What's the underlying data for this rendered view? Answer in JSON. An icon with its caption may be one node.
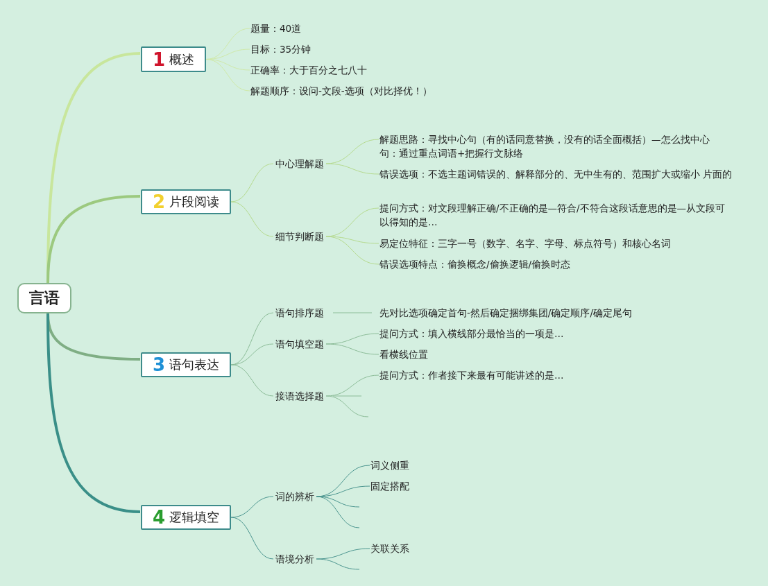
{
  "diagram": {
    "nodes": [
      {
        "text": [
          "言语"
        ]
      },
      {
        "text": [
          "1",
          "概述"
        ]
      },
      {
        "text": [
          "题量：40道"
        ]
      },
      {
        "text": [
          "目标：35分钟"
        ]
      },
      {
        "text": [
          "正确率：大于百分之七八十"
        ]
      },
      {
        "text": [
          "解题顺序：设问-文段-选项（对比择优！）"
        ]
      },
      {
        "text": [
          "2",
          "片段阅读"
        ]
      },
      {
        "text": [
          "中心理解题"
        ]
      },
      {
        "text": [
          "解题思路：寻找中心句（有的话同意替换，没有的话全面概括）—怎么找中心句：通过重点词语+把握行文脉络"
        ]
      },
      {
        "text": [
          "错误选项：不选主题词错误的、解释部分的、无中生有的、范围扩大或缩小 片面的"
        ]
      },
      {
        "text": [
          "细节判断题"
        ]
      },
      {
        "text": [
          "提问方式：对文段理解正确/不正确的是—符合/不符合这段话意思的是—从文段可以得知的是…"
        ]
      },
      {
        "text": [
          "易定位特征：三字一号（数字、名字、字母、标点符号）和核心名词"
        ]
      },
      {
        "text": [
          "错误选项特点：偷换概念/偷换逻辑/偷换时态"
        ]
      },
      {
        "text": [
          "3",
          "语句表达"
        ]
      },
      {
        "text": [
          "语句排序题"
        ]
      },
      {
        "text": [
          "先对比选项确定首句-然后确定捆绑集团/确定顺序/确定尾句"
        ]
      },
      {
        "text": [
          "语句填空题"
        ]
      },
      {
        "text": [
          "提问方式：填入横线部分最恰当的一项是…"
        ]
      },
      {
        "text": [
          "看横线位置"
        ]
      },
      {
        "text": [
          "接语选择题"
        ]
      },
      {
        "text": [
          "提问方式：作者接下来最有可能讲述的是…"
        ]
      },
      {
        "text": [
          "4",
          "逻辑填空"
        ]
      },
      {
        "text": [
          "词的辨析"
        ]
      },
      {
        "text": [
          "词义侧重"
        ]
      },
      {
        "text": [
          "固定搭配"
        ]
      },
      {
        "text": [
          "语境分析"
        ]
      },
      {
        "text": [
          "关联关系"
        ]
      }
    ],
    "edges": [
      {
        "from": 0,
        "to": 1,
        "arrow": "none",
        "style": "thick",
        "color": "#c8e69c"
      },
      {
        "from": 1,
        "to": 2,
        "arrow": "none",
        "color": "#cfe9a8"
      },
      {
        "from": 1,
        "to": 3,
        "arrow": "none",
        "color": "#cfe9a8"
      },
      {
        "from": 1,
        "to": 4,
        "arrow": "none",
        "color": "#cfe9a8"
      },
      {
        "from": 1,
        "to": 5,
        "arrow": "none",
        "color": "#cfe9a8"
      },
      {
        "from": 0,
        "to": 6,
        "arrow": "none",
        "style": "thick",
        "color": "#9cc97f"
      },
      {
        "from": 6,
        "to": 7,
        "arrow": "none",
        "color": "#b5da8e"
      },
      {
        "from": 7,
        "to": 8,
        "arrow": "none",
        "color": "#b5da8e"
      },
      {
        "from": 7,
        "to": 9,
        "arrow": "none",
        "color": "#b5da8e"
      },
      {
        "from": 6,
        "to": 10,
        "arrow": "none",
        "color": "#b5da8e"
      },
      {
        "from": 10,
        "to": 11,
        "arrow": "none",
        "color": "#b5da8e"
      },
      {
        "from": 10,
        "to": 12,
        "arrow": "none",
        "color": "#b5da8e"
      },
      {
        "from": 10,
        "to": 13,
        "arrow": "none",
        "color": "#b5da8e"
      },
      {
        "from": 0,
        "to": 14,
        "arrow": "none",
        "style": "thick",
        "color": "#7fae84"
      },
      {
        "from": 14,
        "to": 15,
        "arrow": "none",
        "color": "#8cbc98"
      },
      {
        "from": 15,
        "to": 16,
        "arrow": "none",
        "color": "#8cbc98"
      },
      {
        "from": 14,
        "to": 17,
        "arrow": "none",
        "color": "#8cbc98"
      },
      {
        "from": 17,
        "to": 18,
        "arrow": "none",
        "color": "#8cbc98"
      },
      {
        "from": 17,
        "to": 19,
        "arrow": "none",
        "color": "#8cbc98"
      },
      {
        "from": 14,
        "to": 20,
        "arrow": "none",
        "color": "#8cbc98"
      },
      {
        "from": 20,
        "to": 21,
        "arrow": "none",
        "color": "#8cbc98"
      },
      {
        "from": 20,
        "to": null,
        "arrow": "none",
        "color": "#8cbc98"
      },
      {
        "from": 20,
        "to": null,
        "arrow": "none",
        "color": "#8cbc98"
      },
      {
        "from": 0,
        "to": 22,
        "arrow": "none",
        "style": "thick",
        "color": "#3a8f88"
      },
      {
        "from": 22,
        "to": 23,
        "arrow": "none",
        "color": "#4b958f"
      },
      {
        "from": 23,
        "to": 24,
        "arrow": "none",
        "color": "#4b958f"
      },
      {
        "from": 23,
        "to": 25,
        "arrow": "none",
        "color": "#4b958f"
      },
      {
        "from": 23,
        "to": null,
        "arrow": "none",
        "color": "#4b958f"
      },
      {
        "from": 23,
        "to": null,
        "arrow": "none",
        "color": "#4b958f"
      },
      {
        "from": 22,
        "to": 26,
        "arrow": "none",
        "color": "#4b958f"
      },
      {
        "from": 26,
        "to": 27,
        "arrow": "none",
        "color": "#4b958f"
      },
      {
        "from": 26,
        "to": null,
        "arrow": "none",
        "color": "#4b958f"
      }
    ]
  }
}
